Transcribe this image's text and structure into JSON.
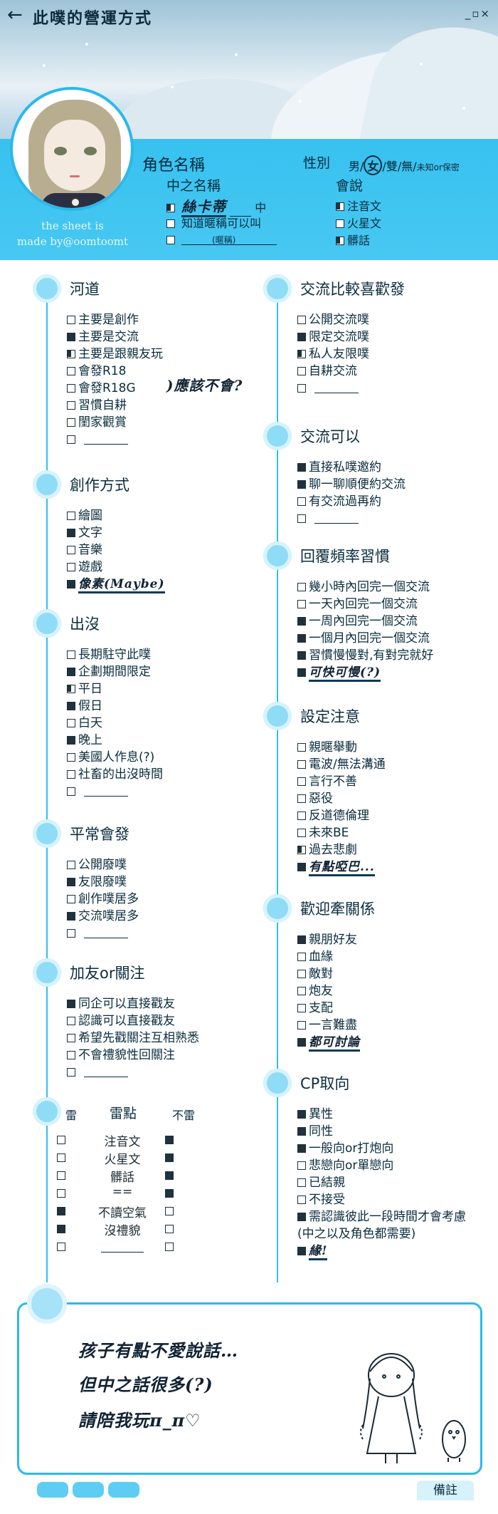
{
  "header": {
    "title": "此噗的營運方式",
    "window_controls": "_▫×",
    "credit_line1": "the sheet is",
    "credit_line2": "made by@oomtoomt"
  },
  "profile": {
    "role_name_label": "角色名稱",
    "gender_label": "性別",
    "gender_options": [
      "男",
      "女",
      "雙",
      "無"
    ],
    "gender_extra": "未知or保密",
    "chuzhi_name_label": "中之名稱",
    "chuzhi_name_value": "絲卡蒂",
    "chuzhi_name_suffix": "中",
    "nickname_ok_label": "知道暱稱可以叫",
    "nickname_hint": "(暱稱)",
    "speak_label": "會說",
    "speak_options": [
      "注音文",
      "火星文",
      "髒話"
    ]
  },
  "left_sections": [
    {
      "title": "河道",
      "items": [
        {
          "label": "主要是創作",
          "state": "empty"
        },
        {
          "label": "主要是交流",
          "state": "checked"
        },
        {
          "label": "主要是跟親友玩",
          "state": "half"
        },
        {
          "label": "會發R18",
          "state": "empty"
        },
        {
          "label": "會發R18G",
          "state": "empty"
        },
        {
          "label": "習慣自耕",
          "state": "empty"
        },
        {
          "label": "閨家觀賞",
          "state": "empty"
        },
        {
          "label": "",
          "state": "empty",
          "blank": true
        }
      ],
      "note": ")應該不會?"
    },
    {
      "title": "創作方式",
      "items": [
        {
          "label": "繪圖",
          "state": "empty"
        },
        {
          "label": "文字",
          "state": "checked"
        },
        {
          "label": "音樂",
          "state": "empty"
        },
        {
          "label": "遊戲",
          "state": "empty"
        },
        {
          "label": "",
          "state": "checked",
          "hand": "像素(Maybe)"
        }
      ]
    },
    {
      "title": "出沒",
      "items": [
        {
          "label": "長期駐守此噗",
          "state": "empty"
        },
        {
          "label": "企劃期間限定",
          "state": "checked"
        },
        {
          "label": "平日",
          "state": "half"
        },
        {
          "label": "假日",
          "state": "checked"
        },
        {
          "label": "白天",
          "state": "empty"
        },
        {
          "label": "晚上",
          "state": "checked"
        },
        {
          "label": "美國人作息(?)",
          "state": "empty"
        },
        {
          "label": "社畜的出沒時間",
          "state": "empty"
        },
        {
          "label": "",
          "state": "empty",
          "blank": true
        }
      ]
    },
    {
      "title": "平常會發",
      "items": [
        {
          "label": "公開廢噗",
          "state": "empty"
        },
        {
          "label": "友限廢噗",
          "state": "checked"
        },
        {
          "label": "創作噗居多",
          "state": "empty"
        },
        {
          "label": "交流噗居多",
          "state": "checked"
        },
        {
          "label": "",
          "state": "empty",
          "blank": true
        }
      ]
    },
    {
      "title": "加友or關注",
      "items": [
        {
          "label": "同企可以直接戳友",
          "state": "checked"
        },
        {
          "label": "認識可以直接戳友",
          "state": "empty"
        },
        {
          "label": "希望先戳關注互相熟悉",
          "state": "empty"
        },
        {
          "label": "不會禮貌性回關注",
          "state": "empty"
        },
        {
          "label": "",
          "state": "empty",
          "blank": true
        }
      ]
    }
  ],
  "lei": {
    "left_label": "雷",
    "title": "雷點",
    "right_label": "不雷",
    "rows": [
      {
        "label": "注音文",
        "lei": "empty",
        "bulei": "checked"
      },
      {
        "label": "火星文",
        "lei": "empty",
        "bulei": "checked"
      },
      {
        "label": "髒話",
        "lei": "empty",
        "bulei": "checked"
      },
      {
        "label": "==",
        "lei": "empty",
        "bulei": "checked"
      },
      {
        "label": "不讀空氣",
        "lei": "checked",
        "bulei": "empty"
      },
      {
        "label": "沒禮貌",
        "lei": "checked",
        "bulei": "empty"
      },
      {
        "label": "",
        "lei": "empty",
        "bulei": "empty",
        "blank": true
      }
    ]
  },
  "right_sections": [
    {
      "title": "交流比較喜歡發",
      "items": [
        {
          "label": "公開交流噗",
          "state": "empty"
        },
        {
          "label": "限定交流噗",
          "state": "checked"
        },
        {
          "label": "私人友限噗",
          "state": "half"
        },
        {
          "label": "自耕交流",
          "state": "empty"
        },
        {
          "label": "",
          "state": "empty",
          "blank": true
        }
      ]
    },
    {
      "title": "交流可以",
      "items": [
        {
          "label": "直接私噗邀約",
          "state": "checked"
        },
        {
          "label": "聊一聊順便約交流",
          "state": "checked"
        },
        {
          "label": "有交流過再約",
          "state": "empty"
        },
        {
          "label": "",
          "state": "empty",
          "blank": true
        }
      ]
    },
    {
      "title": "回覆頻率習慣",
      "items": [
        {
          "label": "幾小時內回完一個交流",
          "state": "empty"
        },
        {
          "label": "一天內回完一個交流",
          "state": "empty"
        },
        {
          "label": "一周內回完一個交流",
          "state": "checked"
        },
        {
          "label": "一個月內回完一個交流",
          "state": "checked"
        },
        {
          "label": "習慣慢慢對,有對完就好",
          "state": "checked"
        },
        {
          "label": "",
          "state": "checked",
          "hand": "可快可慢(?)"
        }
      ]
    },
    {
      "title": "設定注意",
      "items": [
        {
          "label": "親暱舉動",
          "state": "empty"
        },
        {
          "label": "電波/無法溝通",
          "state": "empty"
        },
        {
          "label": "言行不善",
          "state": "empty"
        },
        {
          "label": "惡役",
          "state": "empty"
        },
        {
          "label": "反道德倫理",
          "state": "empty"
        },
        {
          "label": "未來BE",
          "state": "empty"
        },
        {
          "label": "過去悲劇",
          "state": "half"
        },
        {
          "label": "",
          "state": "checked",
          "hand": "有點啞巴..."
        }
      ]
    },
    {
      "title": "歡迎牽關係",
      "items": [
        {
          "label": "親朋好友",
          "state": "checked"
        },
        {
          "label": "血緣",
          "state": "empty"
        },
        {
          "label": "敵對",
          "state": "empty"
        },
        {
          "label": "炮友",
          "state": "empty"
        },
        {
          "label": "支配",
          "state": "empty"
        },
        {
          "label": "一言難盡",
          "state": "empty"
        },
        {
          "label": "",
          "state": "checked",
          "hand": "都可討論"
        }
      ]
    },
    {
      "title": "CP取向",
      "items": [
        {
          "label": "異性",
          "state": "checked"
        },
        {
          "label": "同性",
          "state": "checked"
        },
        {
          "label": "一般向or打炮向",
          "state": "checked"
        },
        {
          "label": "悲戀向or單戀向",
          "state": "empty"
        },
        {
          "label": "已結親",
          "state": "empty"
        },
        {
          "label": "不接受",
          "state": "empty"
        },
        {
          "label": "需認識彼此一段時間才會考慮",
          "state": "checked"
        },
        {
          "label": "(中之以及角色都需要)",
          "state": "none"
        },
        {
          "label": "",
          "state": "checked",
          "hand": "緣!"
        }
      ]
    }
  ],
  "note": {
    "line1": "孩子有點不愛說話…",
    "line2": "但中之話很多(?)",
    "line3": "請陪我玩π_π♡",
    "memo_tab": "備註"
  },
  "colors": {
    "accent": "#38c1ef",
    "dot": "#8fdcf6",
    "ink": "#0a2c3d"
  }
}
